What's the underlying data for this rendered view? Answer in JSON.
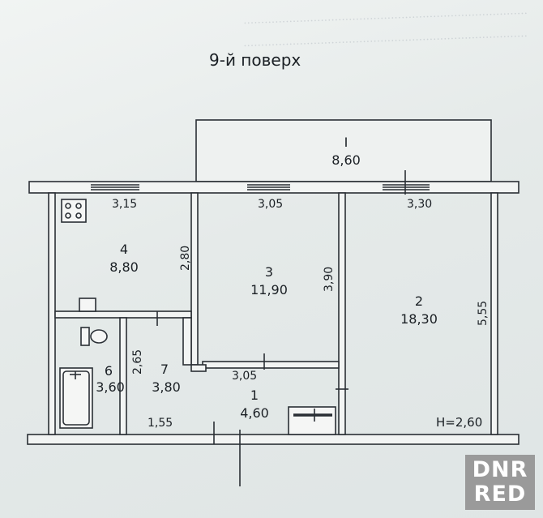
{
  "floor_title": "9-й поверх",
  "rooms": [
    {
      "number": "I",
      "area": "8,60"
    },
    {
      "number": "4",
      "area": "8,80"
    },
    {
      "number": "3",
      "area": "11,90"
    },
    {
      "number": "2",
      "area": "18,30"
    },
    {
      "number": "6",
      "area": "3,60"
    },
    {
      "number": "7",
      "area": "3,80"
    },
    {
      "number": "1",
      "area": "4,60"
    }
  ],
  "dimensions": {
    "top_left_width": "3,15",
    "top_middle_width": "3,05",
    "top_right_width": "3,30",
    "room4_depth": "2,80",
    "room3_depth": "3,90",
    "room2_depth": "5,55",
    "room7_depth": "2,65",
    "hall_width": "3,05",
    "bottom_width": "1,55"
  },
  "ceiling_height": "H=2,60",
  "watermark": {
    "line1": "DNR",
    "line2": "RED"
  }
}
